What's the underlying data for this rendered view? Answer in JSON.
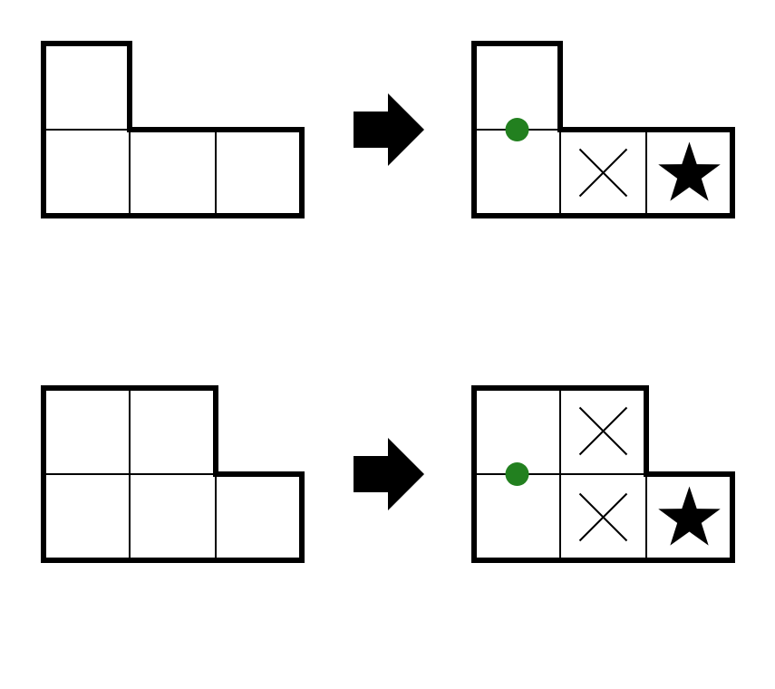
{
  "colors": {
    "stroke": "#000000",
    "dot": "#22801f",
    "background": "#ffffff"
  },
  "icons": {
    "arrow": "right-arrow-icon",
    "dot": "dot-icon",
    "cross": "cross-icon",
    "star": "star-icon"
  },
  "rows": [
    {
      "before": {
        "cells": [
          [
            0,
            0
          ],
          [
            0,
            1
          ],
          [
            1,
            1
          ],
          [
            2,
            1
          ]
        ]
      },
      "after": {
        "cells": [
          [
            0,
            0
          ],
          [
            0,
            1
          ],
          [
            1,
            1
          ],
          [
            2,
            1
          ]
        ],
        "dot_cell": [
          0,
          1
        ],
        "cross_cells": [
          [
            1,
            1
          ]
        ],
        "star_cell": [
          2,
          1
        ]
      }
    },
    {
      "before": {
        "cells": [
          [
            0,
            0
          ],
          [
            1,
            0
          ],
          [
            0,
            1
          ],
          [
            1,
            1
          ],
          [
            2,
            1
          ]
        ]
      },
      "after": {
        "cells": [
          [
            0,
            0
          ],
          [
            1,
            0
          ],
          [
            0,
            1
          ],
          [
            1,
            1
          ],
          [
            2,
            1
          ]
        ],
        "dot_cell": [
          0,
          1
        ],
        "cross_cells": [
          [
            1,
            0
          ],
          [
            1,
            1
          ]
        ],
        "star_cell": [
          2,
          1
        ]
      }
    }
  ]
}
